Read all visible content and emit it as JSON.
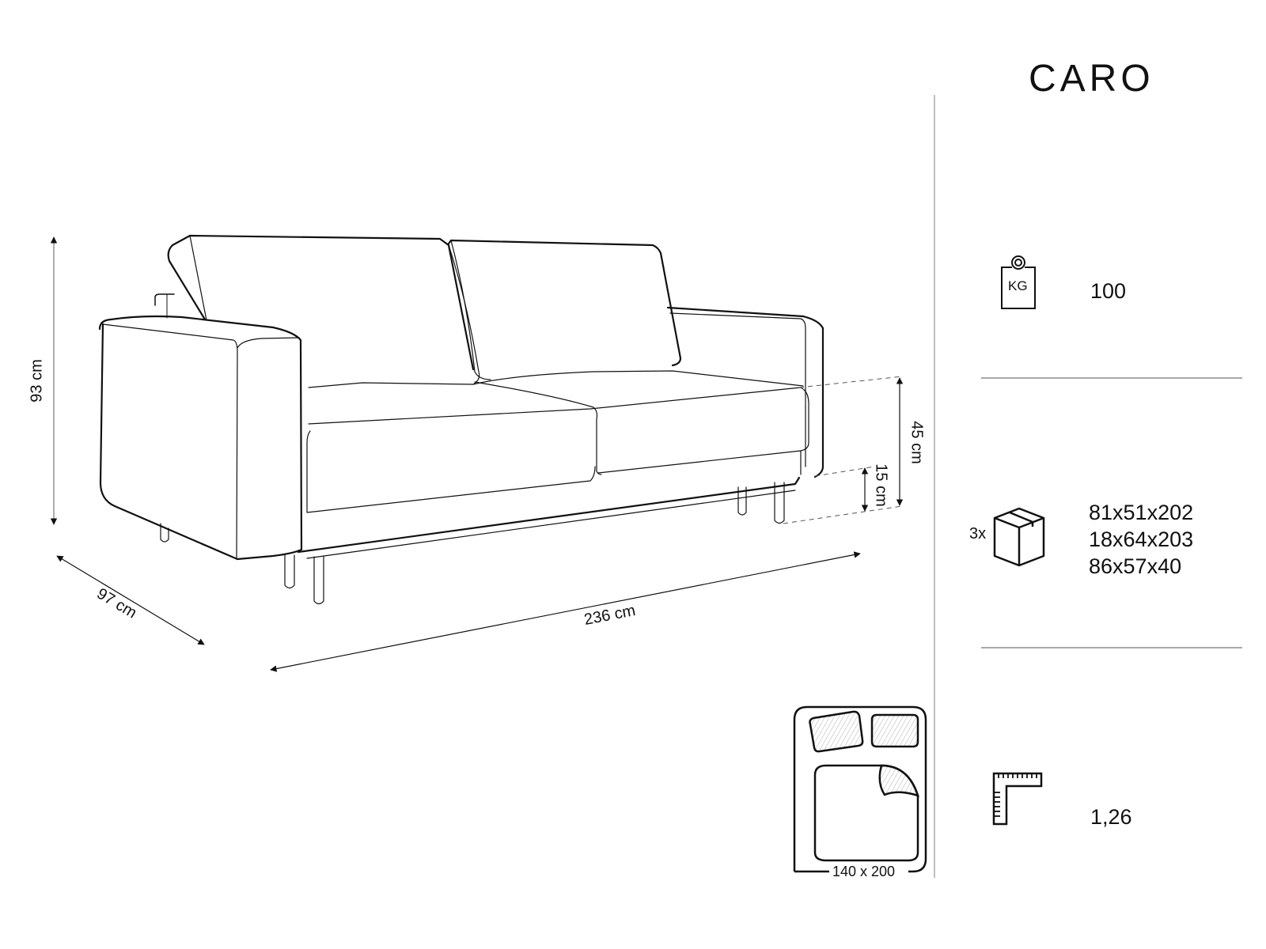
{
  "product": {
    "name": "CARO"
  },
  "dimensions": {
    "height": "93 cm",
    "depth": "97 cm",
    "width": "236 cm",
    "seat_height": "45 cm",
    "leg_height": "15 cm"
  },
  "specs": {
    "weight": {
      "icon": "weight-kg-icon",
      "icon_label": "KG",
      "value": "100"
    },
    "packages": {
      "icon": "box-icon",
      "count_label": "3x",
      "values": [
        "81x51x202",
        "18x64x203",
        "86x57x40"
      ]
    },
    "volume": {
      "icon": "ruler-square-icon",
      "value": "1,26"
    },
    "sleeping_area": {
      "icon": "bed-icon",
      "value": "140 x 200"
    }
  },
  "colors": {
    "line": "#111111",
    "divider": "#b0b0b0",
    "background": "#ffffff"
  }
}
